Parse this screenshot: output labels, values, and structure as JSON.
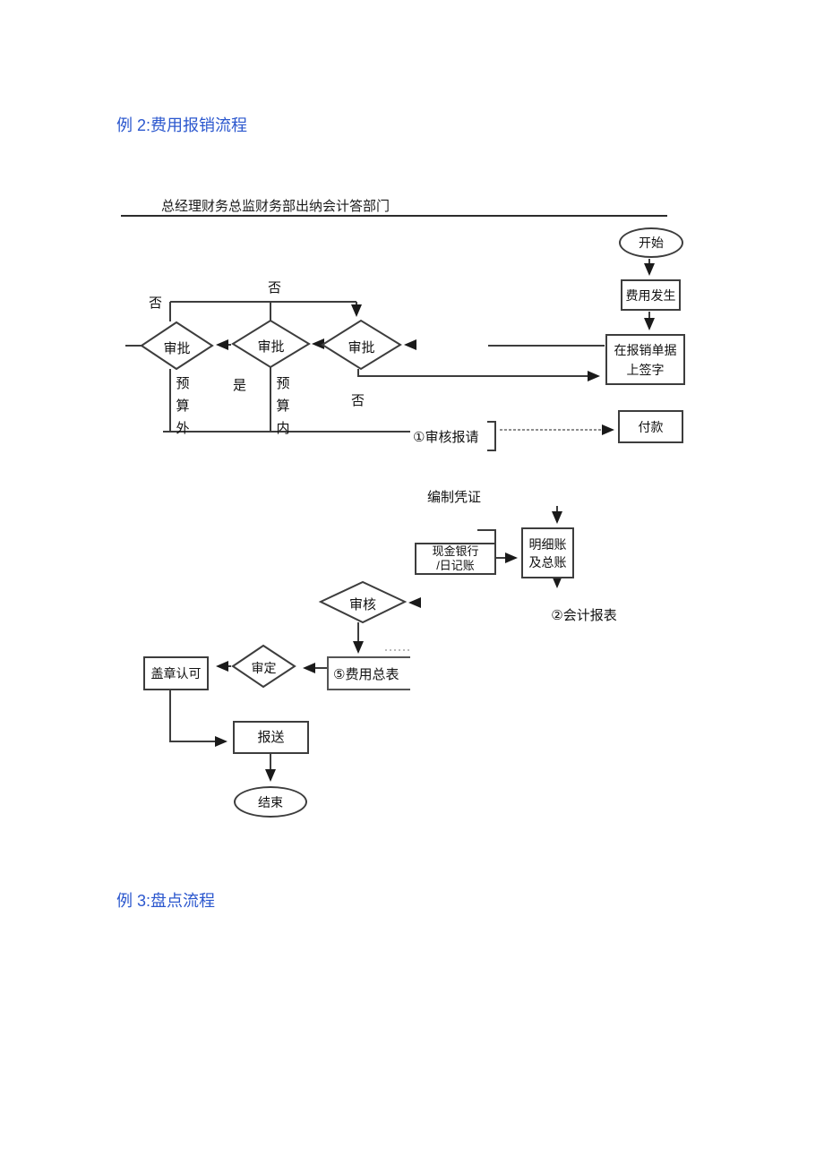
{
  "document": {
    "heading_example2": "例 2:费用报销流程",
    "heading_example3": "例 3:盘点流程",
    "lane_header": "总经理财务总监财务部出纳会计答部门"
  },
  "flowchart": {
    "nodes": {
      "start": "开始",
      "expense_occurs": "费用发生",
      "sign": {
        "line1": "在报销单据",
        "line2": "上签字"
      },
      "payment": "付款",
      "approve_left": "审批",
      "approve_middle": "审批",
      "approve_right": "审批",
      "cash_bank": {
        "line1": "现金银行",
        "line2": "/日记账"
      },
      "ledger": {
        "line1": "明细账",
        "line2": "及总账"
      },
      "review": "审核",
      "expense_summary": "⑤费用总表",
      "finalize": "审定",
      "stamp": "盖章认可",
      "submit": "报送",
      "end": "结束"
    },
    "labels": {
      "no_top_left": "否",
      "no_top_center": "否",
      "yes": "是",
      "no_bottom_right": "否",
      "out_of_budget": "预算外",
      "within_budget": "预算内",
      "review_request": "①审核报请",
      "prepare_voucher": "编制凭证",
      "accounting_report": "②会计报表"
    },
    "colors": {
      "heading_blue": "#2b57ce",
      "line_dark": "#3d3d3d",
      "line_gray": "#999999"
    }
  }
}
